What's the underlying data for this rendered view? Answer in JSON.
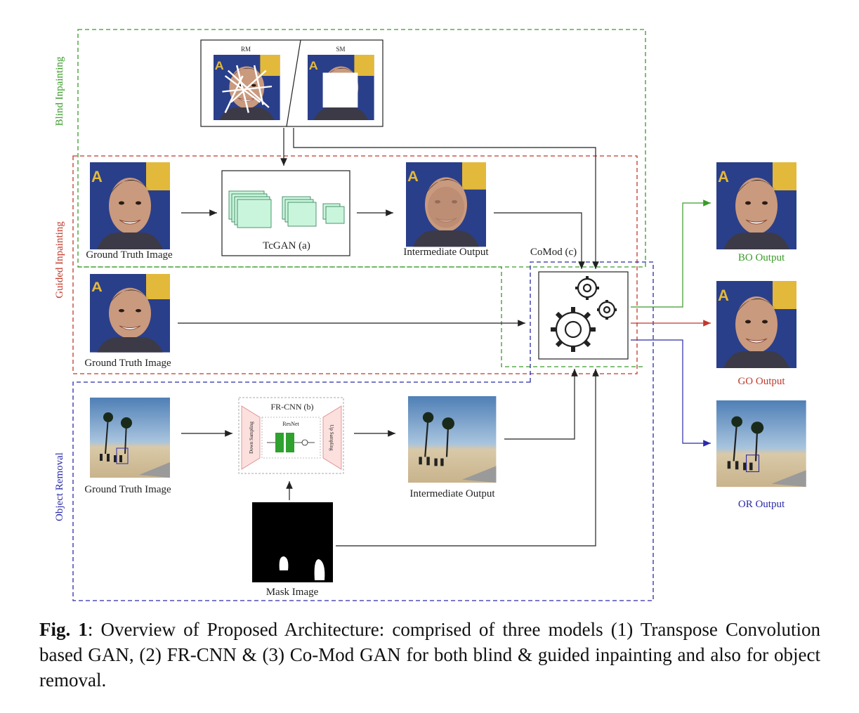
{
  "regions": {
    "blind": {
      "label": "Blind Inpainting",
      "color": "#3a9a2a"
    },
    "guided": {
      "label": "Guided Inpainting",
      "color": "#c0392b"
    },
    "object": {
      "label": "Object Removal",
      "color": "#2a2aa8"
    }
  },
  "mask_types": {
    "rm": "RM",
    "sm": "SM"
  },
  "labels": {
    "gt1": "Ground Truth Image",
    "gt2": "Ground Truth Image",
    "gt3": "Ground Truth Image",
    "tcgan": "TcGAN (a)",
    "int1": "Intermediate Output",
    "int2": "Intermediate Output",
    "comod": "CoMod (c)",
    "frcnn": "FR-CNN (b)",
    "down": "Down Sampling",
    "resnet": "ResNet",
    "up": "Up Sampling",
    "mask": "Mask Image",
    "bo": "BO Output",
    "go": "GO Output",
    "or": "OR Output"
  },
  "caption": {
    "fig": "Fig. 1",
    "text": ": Overview of Proposed Architecture: comprised of three models (1) Transpose Convolution based GAN, (2) FR-CNN & (3) Co-Mod GAN for both blind & guided inpainting and also for object removal."
  }
}
